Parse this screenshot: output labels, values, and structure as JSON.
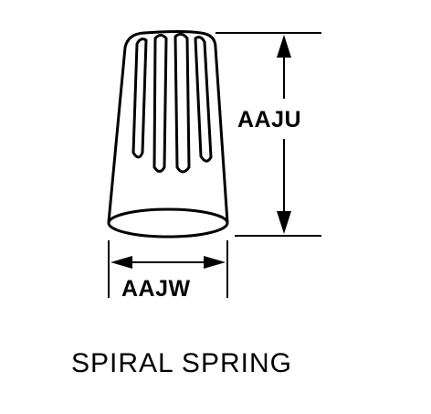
{
  "dimensions": {
    "height_label": "AAJU",
    "width_label": "AAJW"
  },
  "caption": "SPIRAL SPRING"
}
